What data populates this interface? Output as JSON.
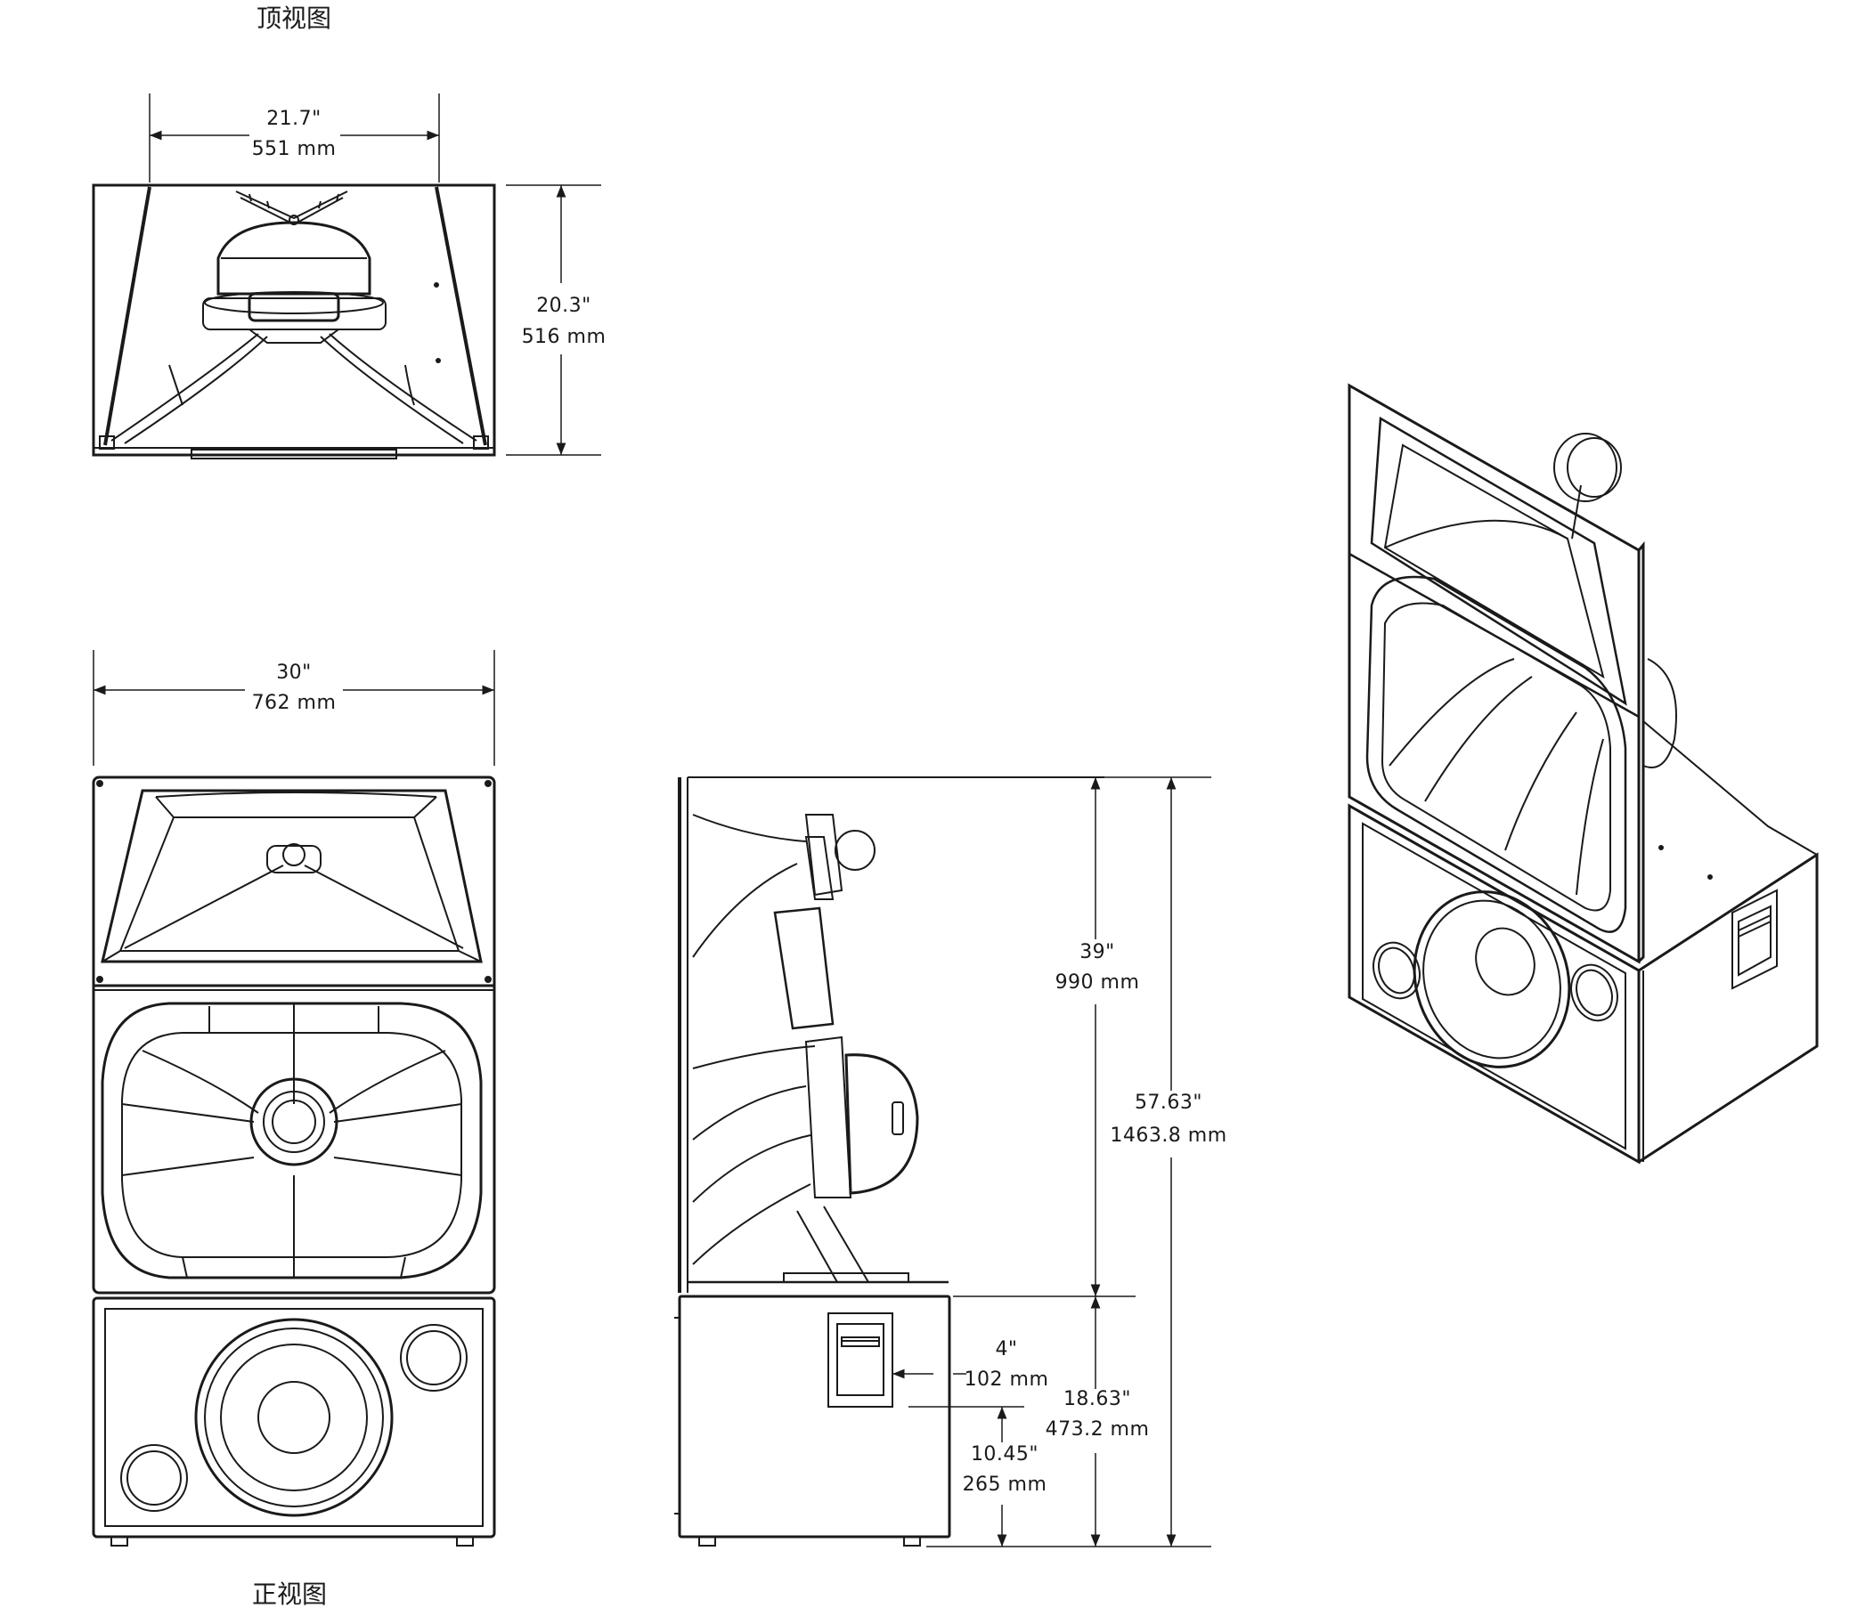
{
  "views": {
    "top_title": "顶视图",
    "front_title": "正视图"
  },
  "dimensions": {
    "top_width": {
      "in": "21.7\"",
      "mm": "551 mm"
    },
    "top_depth": {
      "in": "20.3\"",
      "mm": "516 mm"
    },
    "front_width": {
      "in": "30\"",
      "mm": "762 mm"
    },
    "upper_height": {
      "in": "39\"",
      "mm": "990 mm"
    },
    "total_height": {
      "in": "57.63\"",
      "mm": "1463.8 mm"
    },
    "handle_offset": {
      "in": "4\"",
      "mm": "102 mm"
    },
    "sub_height": {
      "in": "18.63\"",
      "mm": "473.2 mm"
    },
    "handle_height": {
      "in": "10.45\"",
      "mm": "265 mm"
    }
  },
  "colors": {
    "line": "#1a1a1a",
    "background": "#ffffff"
  }
}
